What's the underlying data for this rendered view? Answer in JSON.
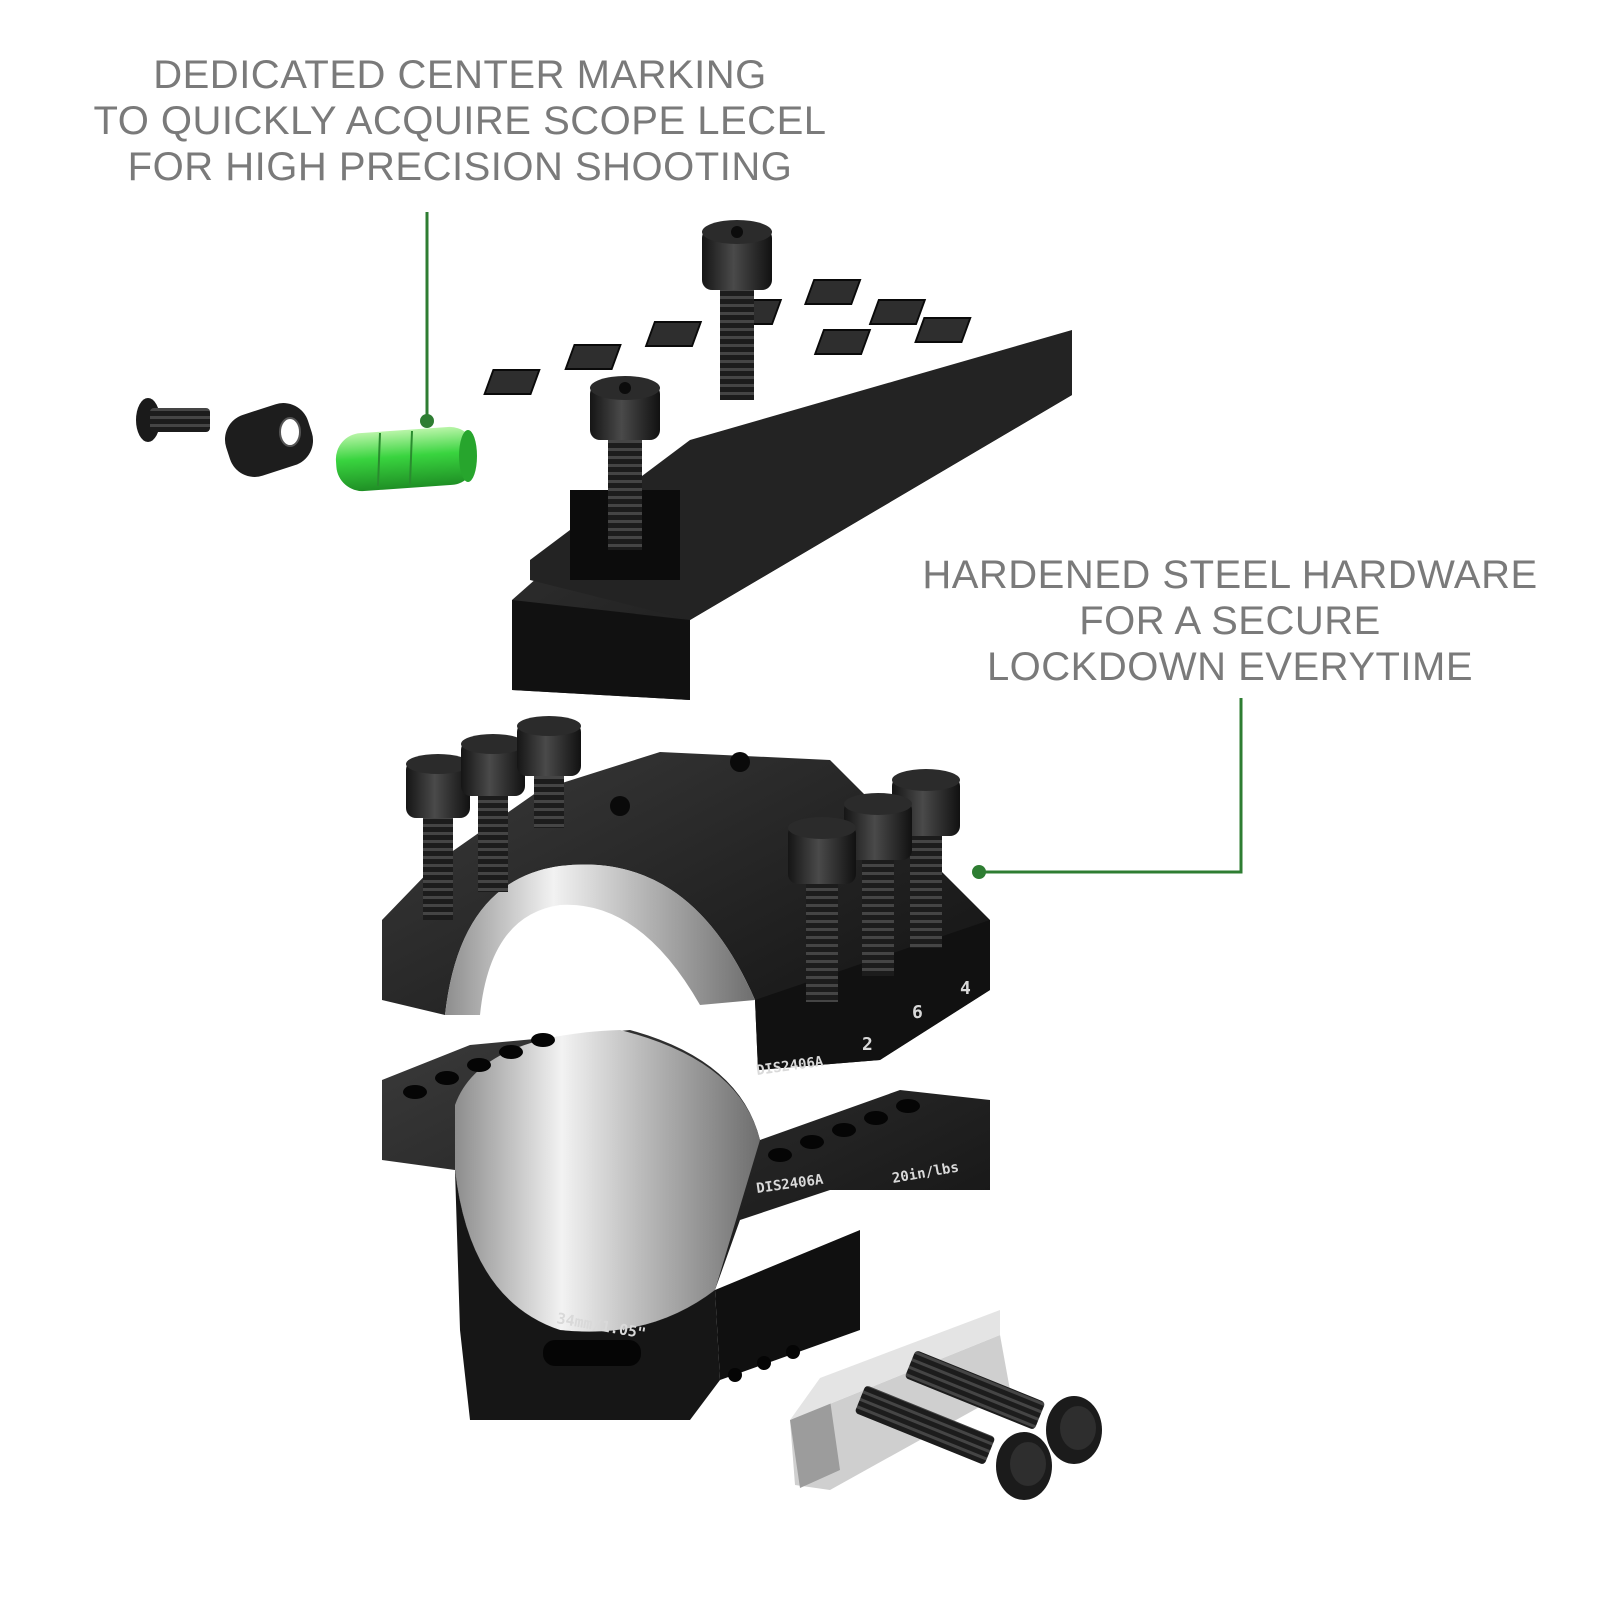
{
  "captions": {
    "level_callout": {
      "lines": [
        "DEDICATED CENTER MARKING",
        "TO QUICKLY ACQUIRE SCOPE LECEL",
        "FOR HIGH PRECISION SHOOTING"
      ]
    },
    "hardware_callout": {
      "lines": [
        "HARDENED STEEL HARDWARE",
        "FOR A SECURE",
        "LOCKDOWN EVERYTIME"
      ]
    }
  },
  "engravings": {
    "upper_ring_model": "DIS2406A",
    "lower_ring_model": "DIS2406A",
    "torque_spec": "20in/lbs",
    "ring_size": "34mm/1.05\"",
    "sequence_2": "2",
    "sequence_6": "6",
    "sequence_4": "4"
  },
  "colors": {
    "callout_line": "#2e7d32",
    "caption_text": "#7a7a7a",
    "anodized_black": "#1b1b1b",
    "bubble_level": "#39d43f",
    "bare_steel": "#c8c8c8"
  },
  "icons": {
    "bubble_level": "bubble-level-vial",
    "screw": "torx-socket-cap-screw"
  }
}
